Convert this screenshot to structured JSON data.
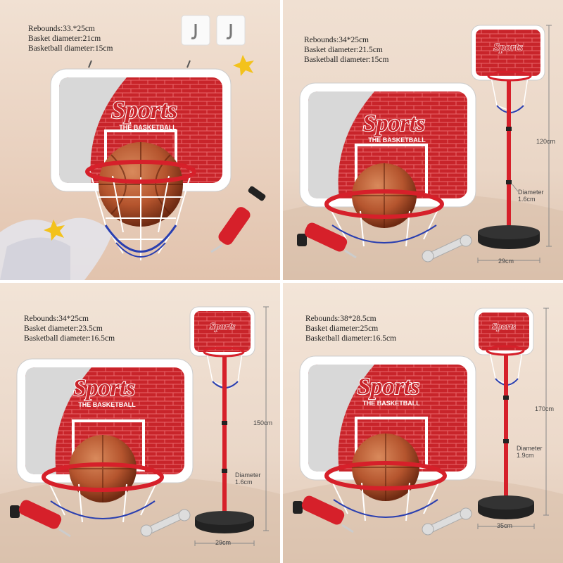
{
  "panels": [
    {
      "specs": {
        "rebounds": "Rebounds:33.*25cm",
        "basket": "Basket diameter:21cm",
        "ball": "Basketball diameter:15cm"
      },
      "brand": "Sports",
      "brand_sub": "THE BASKETBALL"
    },
    {
      "specs": {
        "rebounds": "Rebounds:34*25cm",
        "basket": "Basket diameter:21.5cm",
        "ball": "Basketball diameter:15cm"
      },
      "brand": "Sports",
      "brand_sub": "THE BASKETBALL",
      "height": "120cm",
      "pole_label": "Diameter",
      "pole_diameter": "1.6cm",
      "base_width": "29cm"
    },
    {
      "specs": {
        "rebounds": "Rebounds:34*25cm",
        "basket": "Basket diameter:23.5cm",
        "ball": "Basketball diameter:16.5cm"
      },
      "brand": "Sports",
      "brand_sub": "THE BASKETBALL",
      "height": "150cm",
      "pole_label": "Diameter",
      "pole_diameter": "1.6cm",
      "base_width": "29cm"
    },
    {
      "specs": {
        "rebounds": "Rebounds:38*28.5cm",
        "basket": "Basket diameter:25cm",
        "ball": "Basketball diameter:16.5cm"
      },
      "brand": "Sports",
      "brand_sub": "THE BASKETBALL",
      "height": "170cm",
      "pole_label": "Diameter",
      "pole_diameter": "1.9cm",
      "base_width": "35cm"
    }
  ],
  "colors": {
    "board_red": "#c8242a",
    "rim_red": "#d6202a",
    "ball": "#b5552e",
    "net_blue": "#2a3fb0"
  },
  "icons": [
    "hook-icon",
    "star-icon",
    "pump-icon",
    "wrench-icon",
    "basketball-icon"
  ]
}
